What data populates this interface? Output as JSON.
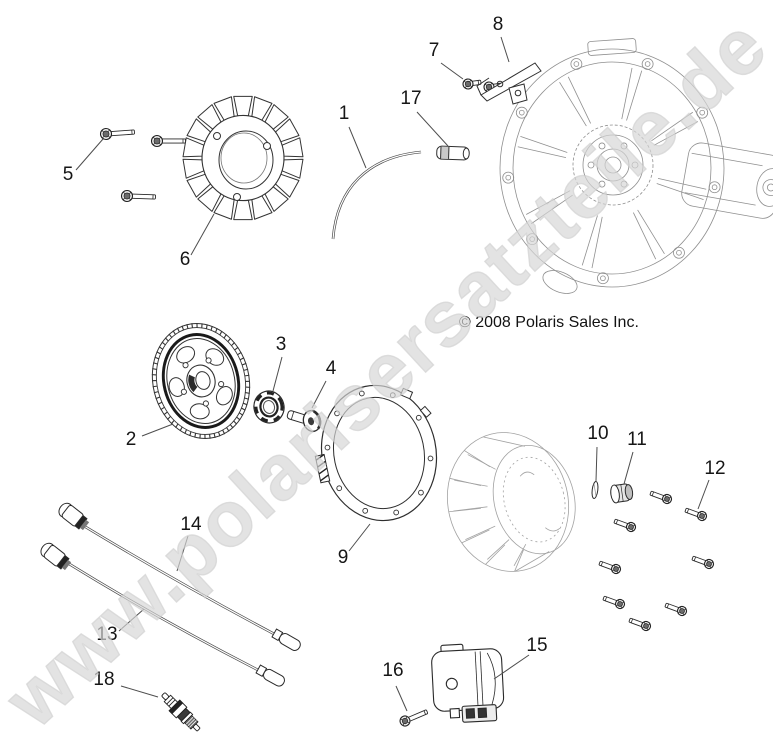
{
  "copyright": "© 2008 Polaris Sales Inc.",
  "watermark": "www.polarisersatzteile.de",
  "colors": {
    "background": "#ffffff",
    "dark_line": "#3a3a3a",
    "light_line": "#909090",
    "label_text": "#161616",
    "watermark_gray": "#d6d6d6"
  },
  "callouts": [
    {
      "label": "1"
    },
    {
      "label": "2"
    },
    {
      "label": "3"
    },
    {
      "label": "4"
    },
    {
      "label": "5"
    },
    {
      "label": "6"
    },
    {
      "label": "7"
    },
    {
      "label": "8"
    },
    {
      "label": "9"
    },
    {
      "label": "10"
    },
    {
      "label": "11"
    },
    {
      "label": "12"
    },
    {
      "label": "13"
    },
    {
      "label": "14"
    },
    {
      "label": "15"
    },
    {
      "label": "16"
    },
    {
      "label": "17"
    },
    {
      "label": "18"
    }
  ]
}
